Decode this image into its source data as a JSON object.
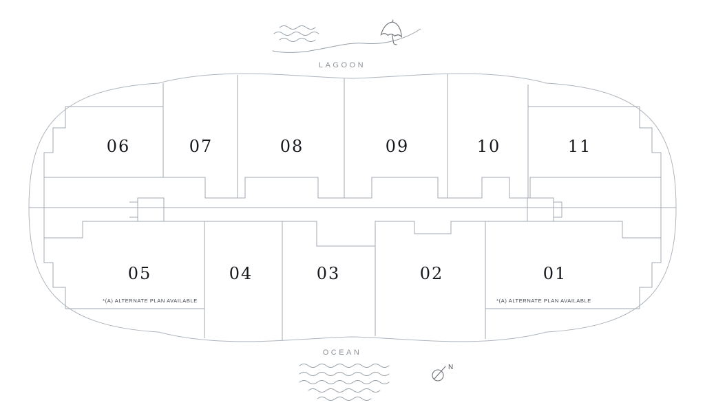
{
  "map_labels": {
    "top": "LAGOON",
    "bottom": "OCEAN",
    "compass": "N"
  },
  "units": [
    {
      "id": "unit-06",
      "label": "06"
    },
    {
      "id": "unit-07",
      "label": "07"
    },
    {
      "id": "unit-08",
      "label": "08"
    },
    {
      "id": "unit-09",
      "label": "09"
    },
    {
      "id": "unit-10",
      "label": "10"
    },
    {
      "id": "unit-11",
      "label": "11"
    },
    {
      "id": "unit-05",
      "label": "05",
      "note": "*(A) ALTERNATE PLAN AVAILABLE"
    },
    {
      "id": "unit-04",
      "label": "04"
    },
    {
      "id": "unit-03",
      "label": "03"
    },
    {
      "id": "unit-02",
      "label": "02"
    },
    {
      "id": "unit-01",
      "label": "01",
      "note": "*(A) ALTERNATE PLAN AVAILABLE"
    }
  ],
  "colors": {
    "line": "#a2aab3",
    "outline": "#aeb5bd",
    "number_text": "#15181d",
    "area_label": "#8b9299",
    "note_text": "#40454c"
  }
}
